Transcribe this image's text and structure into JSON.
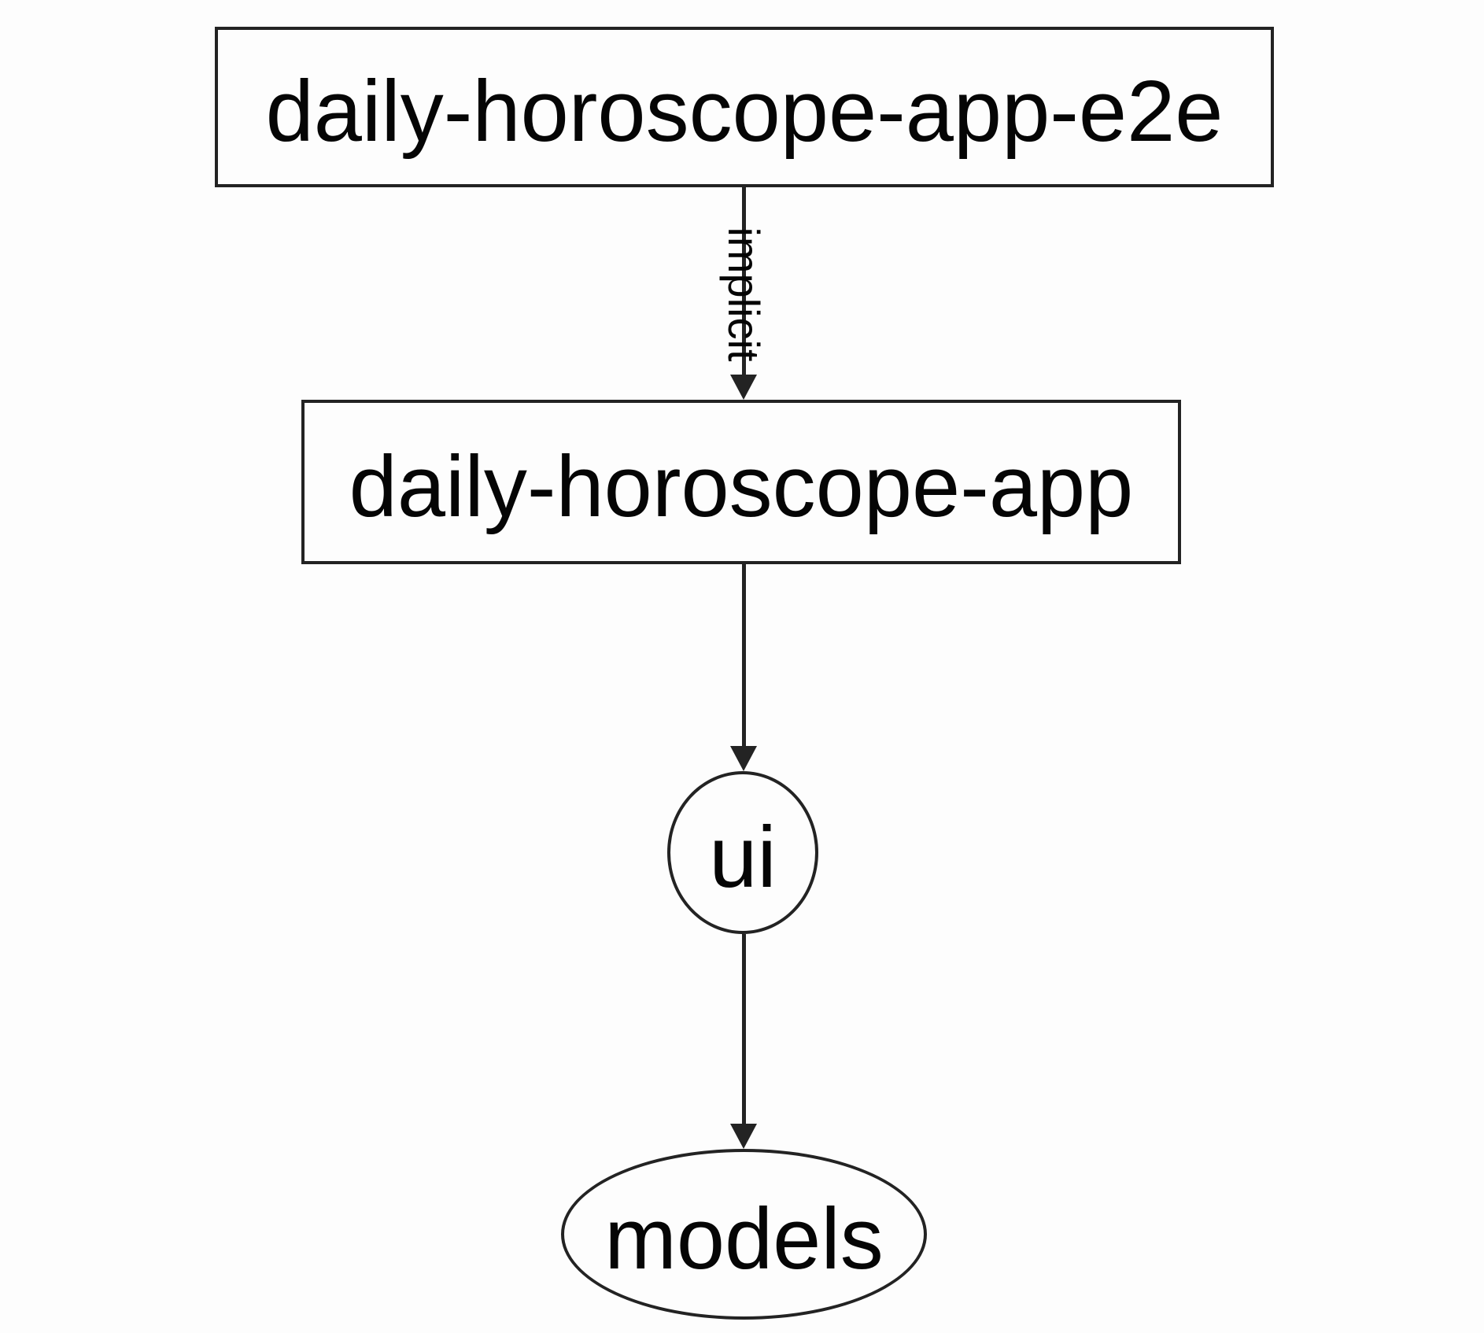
{
  "diagram": {
    "type": "dependency-graph",
    "colors": {
      "background": "#fdfdfd",
      "stroke": "#232323",
      "text": "#050505"
    },
    "nodes": {
      "e2e": {
        "label": "daily-horoscope-app-e2e",
        "shape": "rectangle"
      },
      "app": {
        "label": "daily-horoscope-app",
        "shape": "rectangle"
      },
      "ui": {
        "label": "ui",
        "shape": "ellipse"
      },
      "models": {
        "label": "models",
        "shape": "ellipse"
      }
    },
    "edges": {
      "e2e_to_app": {
        "from": "daily-horoscope-app-e2e",
        "to": "daily-horoscope-app",
        "label": "implicit"
      },
      "app_to_ui": {
        "from": "daily-horoscope-app",
        "to": "ui",
        "label": ""
      },
      "ui_to_models": {
        "from": "ui",
        "to": "models",
        "label": ""
      }
    }
  }
}
